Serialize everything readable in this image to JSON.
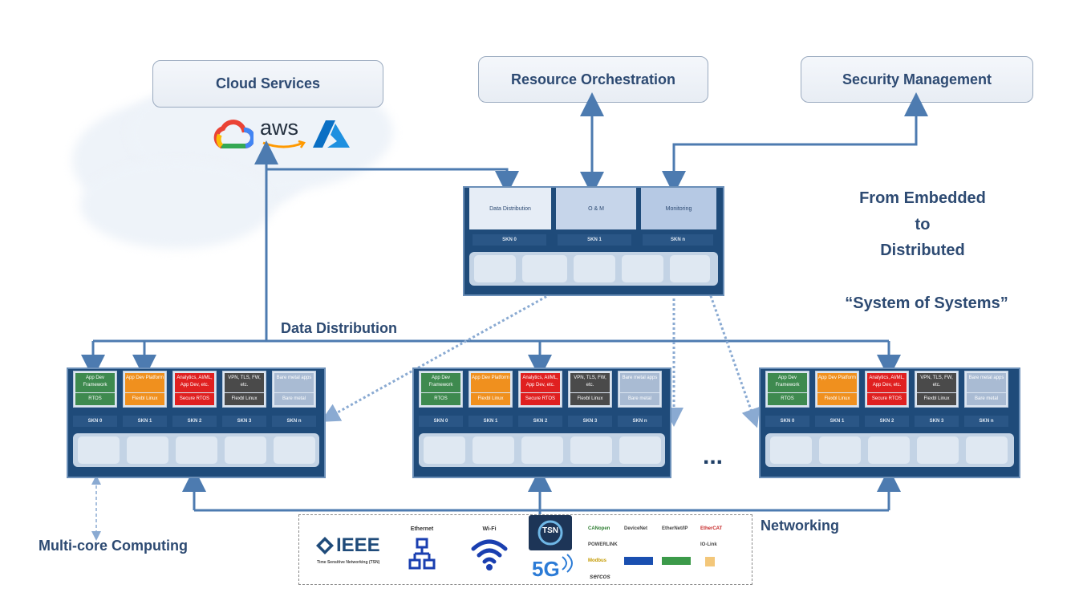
{
  "top_boxes": {
    "cloud_services": "Cloud Services",
    "resource_orchestration": "Resource Orchestration",
    "security_management": "Security Management"
  },
  "cloud_logos": {
    "aws": "aws"
  },
  "center_module": {
    "cells": [
      "Data Distribution",
      "O & M",
      "Monitoring"
    ],
    "skn": [
      "SKN 0",
      "SKN 1",
      "SKN n"
    ]
  },
  "node_module": {
    "cells": [
      {
        "top": "App Dev Framework",
        "bottom": "RTOS",
        "color": "#3e8a4f"
      },
      {
        "top": "App Dev Platform",
        "bottom": "Flexbl Linux",
        "color": "#f0901e"
      },
      {
        "top": "Analytics, AI/ML, App Dev, etc.",
        "bottom": "Secure RTOS",
        "color": "#e02020"
      },
      {
        "top": "VPN, TLS, FW, etc.",
        "bottom": "Flexbl Linux",
        "color": "#4a4a4a"
      },
      {
        "top": "Bare metal apps",
        "bottom": "Bare metal",
        "color": "#a9bbd3"
      }
    ],
    "skn": [
      "SKN 0",
      "SKN 1",
      "SKN 2",
      "SKN 3",
      "SKN n"
    ]
  },
  "labels": {
    "data_distribution": "Data Distribution",
    "networking": "Networking",
    "multicore": "Multi-core Computing",
    "ellipsis": "...",
    "embedded_line1": "From Embedded",
    "embedded_line2": "to",
    "embedded_line3": "Distributed",
    "system_of_systems": "“System of Systems”"
  },
  "standards": {
    "ieee": "IEEE",
    "ieee_sub": "Time Sensitive Networking (TSN)",
    "ethernet": "Ethernet",
    "wifi": "Wi-Fi",
    "tsn": "TSN",
    "five_g": "5G",
    "logos": [
      "CANopen",
      "DeviceNet",
      "EtherNet/IP",
      "EtherCAT",
      "POWERLINK",
      "IO-Link",
      "Modbus",
      "sercos"
    ]
  },
  "colors": {
    "navy": "#1f4b7a",
    "text_blue": "#2d4a72",
    "arrow_blue": "#4d7bb0"
  }
}
